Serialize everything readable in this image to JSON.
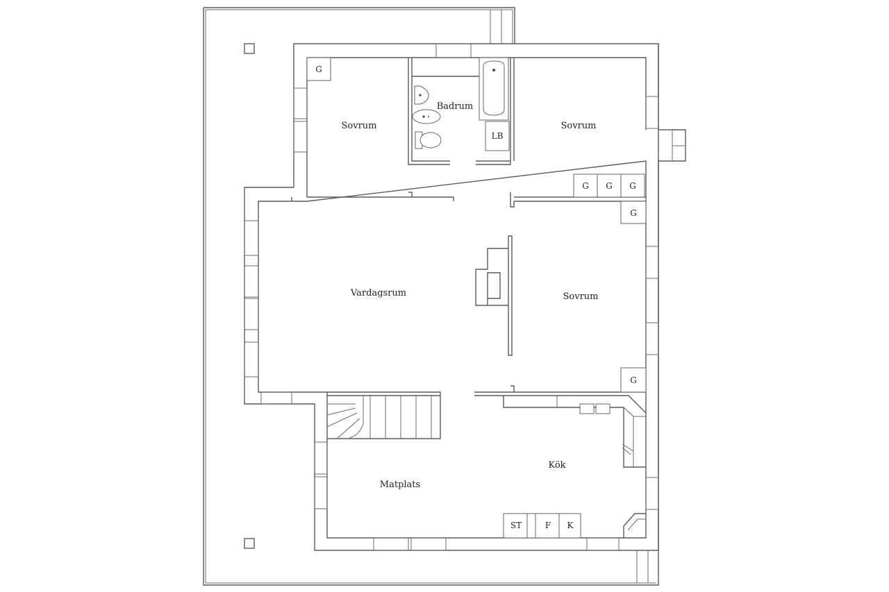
{
  "rooms": {
    "sovrum_nw": "Sovrum",
    "badrum": "Badrum",
    "sovrum_ne": "Sovrum",
    "vardagsrum": "Vardagsrum",
    "sovrum_e": "Sovrum",
    "kok": "Kök",
    "matplats": "Matplats"
  },
  "fixtures": {
    "lb": "LB",
    "wardrobe": "G",
    "st": "ST",
    "f": "F",
    "k": "K"
  },
  "colors": {
    "wall": "#5a5a5a",
    "background": "#ffffff"
  }
}
